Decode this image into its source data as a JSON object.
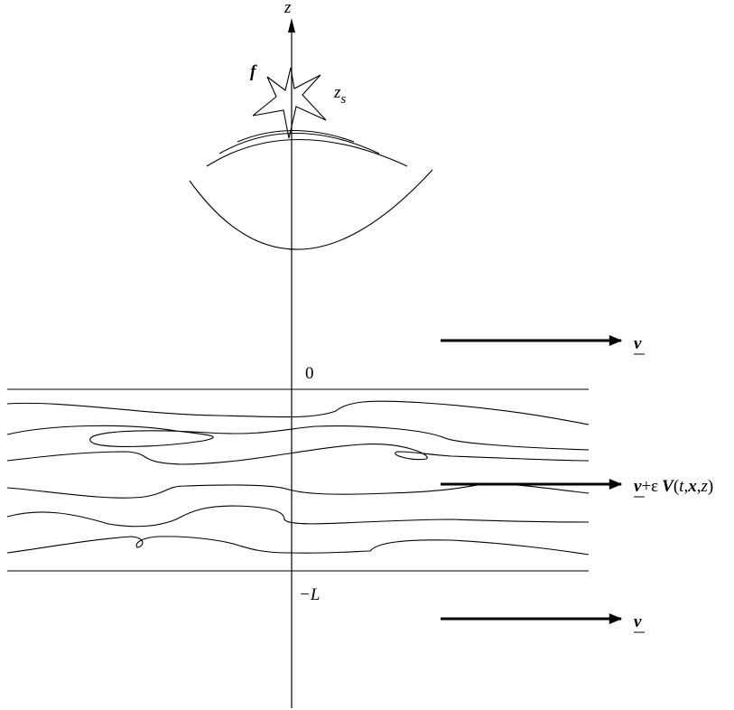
{
  "axis": {
    "label": "z"
  },
  "source": {
    "f_label": "f",
    "z_sub_main": "z",
    "z_sub_index": "s"
  },
  "layer": {
    "top_label": "0",
    "bottom_label": "−L"
  },
  "flow": {
    "top": "v",
    "middle": {
      "v": "v",
      "plus": "+",
      "eps": "ε",
      "V": "V",
      "args_open": "(",
      "t": "t",
      "c1": ",",
      "x": "x",
      "c2": ",",
      "z": "z",
      "args_close": ")"
    },
    "bottom": "v"
  }
}
